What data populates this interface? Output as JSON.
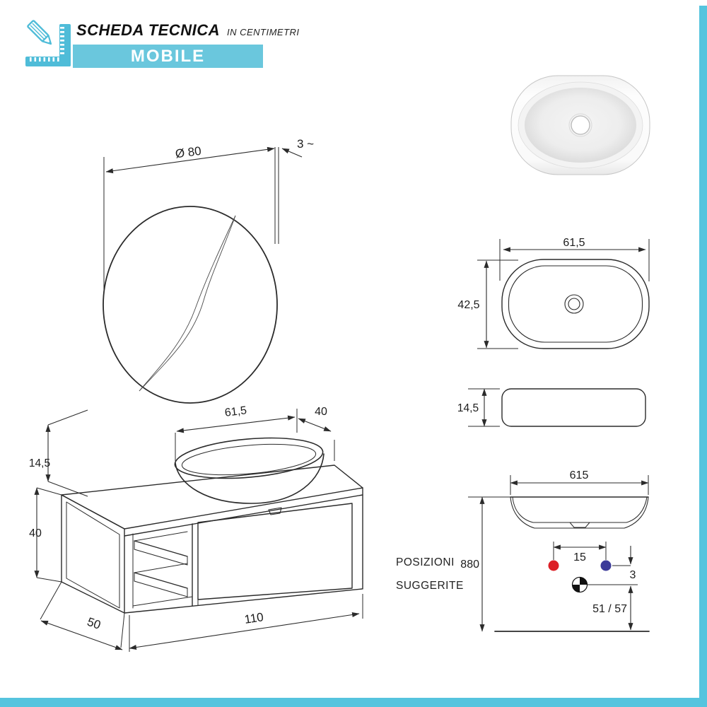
{
  "header": {
    "title": "SCHEDA TECNICA",
    "subtitle": "IN CENTIMETRI",
    "badge": "MOBILE",
    "icon": "pencil-ruler-icon"
  },
  "colors": {
    "accent_bar": "#6ac7dd",
    "accent_edge": "#55c4de",
    "accent_icon": "#4fbcd8",
    "line": "#2b2b2b",
    "dot_red": "#dc1f26",
    "dot_blue": "#3c3b99"
  },
  "mirror": {
    "diameter": "Ø 80",
    "thickness": "3 ~"
  },
  "sink_top_view": {
    "width": "61,5",
    "depth": "42,5"
  },
  "sink_side_view": {
    "height": "14,5"
  },
  "cabinet_view": {
    "sink_width": "61,5",
    "sink_offset": "40",
    "sink_height": "14,5",
    "cabinet_height": "40",
    "cabinet_width": "110",
    "cabinet_depth": "50"
  },
  "positions": {
    "label_line1": "POSIZIONI",
    "label_line2": "SUGGERITE",
    "sink_width": "615",
    "wall_height": "880",
    "tap_spacing": "15",
    "tap_offset": "3",
    "drain_height": "51 / 57"
  }
}
